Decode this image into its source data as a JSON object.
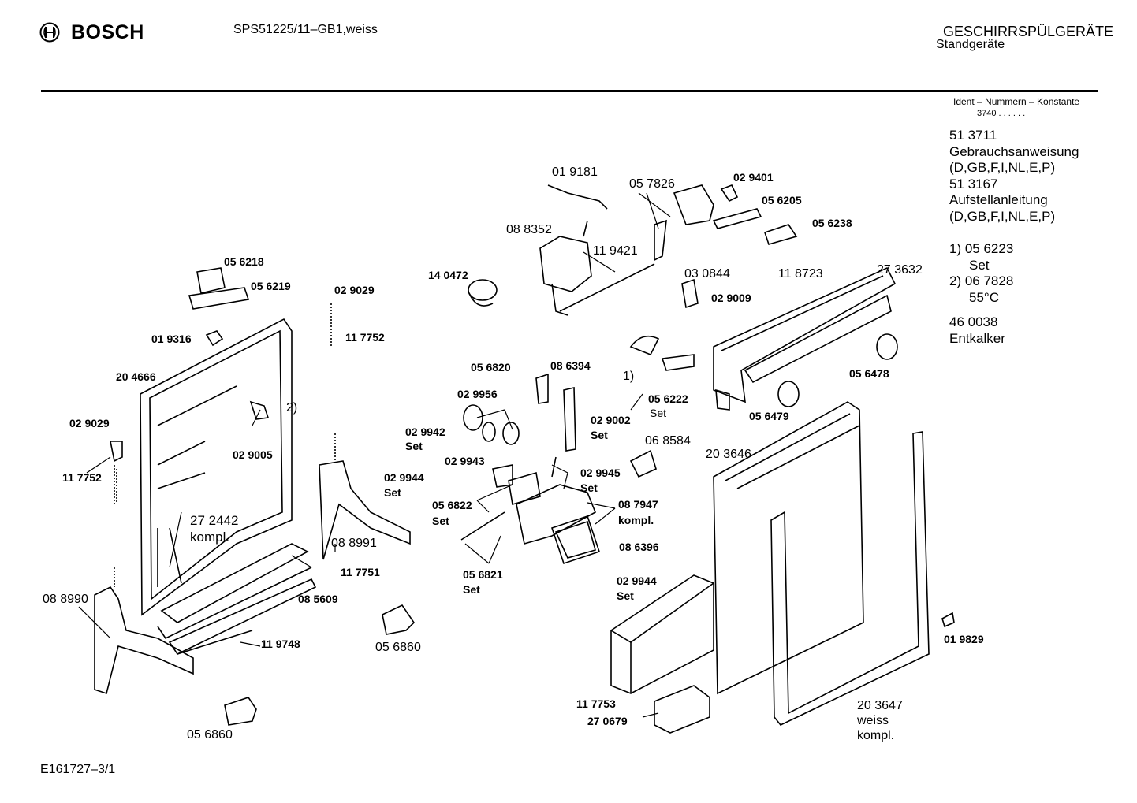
{
  "header": {
    "brand": "BOSCH",
    "model": "SPS51225/11–GB1,weiss",
    "category": "GESCHIRRSPÜLGERÄTE",
    "subcategory": "Standgeräte"
  },
  "ident": {
    "heading": "Ident – Nummern – Konstante",
    "value": "3740 . . . . . ."
  },
  "side_notes": [
    "51 3711",
    "Gebrauchsanweisung",
    "(D,GB,F,I,NL,E,P)",
    "51 3167",
    "Aufstellanleitung",
    "(D,GB,F,I,NL,E,P)",
    "1)  05 6223",
    "Set",
    "2)  06 7828",
    "55°C",
    "46 0038",
    "Entkalker"
  ],
  "parts": [
    "01 9181",
    "05 7826",
    "02 9401",
    "05 6205",
    "05 6238",
    "08 8352",
    "11 9421",
    "14 0472",
    "03 0844",
    "11 8723",
    "27 3632",
    "02 9009",
    "05 6218",
    "05 6219",
    "02 9029",
    "11 7752",
    "01 9316",
    "20 4666",
    "2)",
    "02 9005",
    "27 2442",
    "kompl.",
    "08 8991",
    "11 7751",
    "08 5609",
    "08 8990",
    "11 9748",
    "05 6860",
    "05 6820",
    "08 6394",
    "02 9956",
    "02 9002",
    "Set",
    "02 9942",
    "02 9943",
    "02 9945",
    "02 9944",
    "05 6822",
    "08 7947",
    "08 6396",
    "05 6821",
    "06 8584",
    "20 3646",
    "05 6222",
    "1)",
    "05 6479",
    "05 6478",
    "11 7753",
    "27 0679",
    "20 3647",
    "weiss",
    "01 9829"
  ],
  "footer": "E161727–3/1"
}
